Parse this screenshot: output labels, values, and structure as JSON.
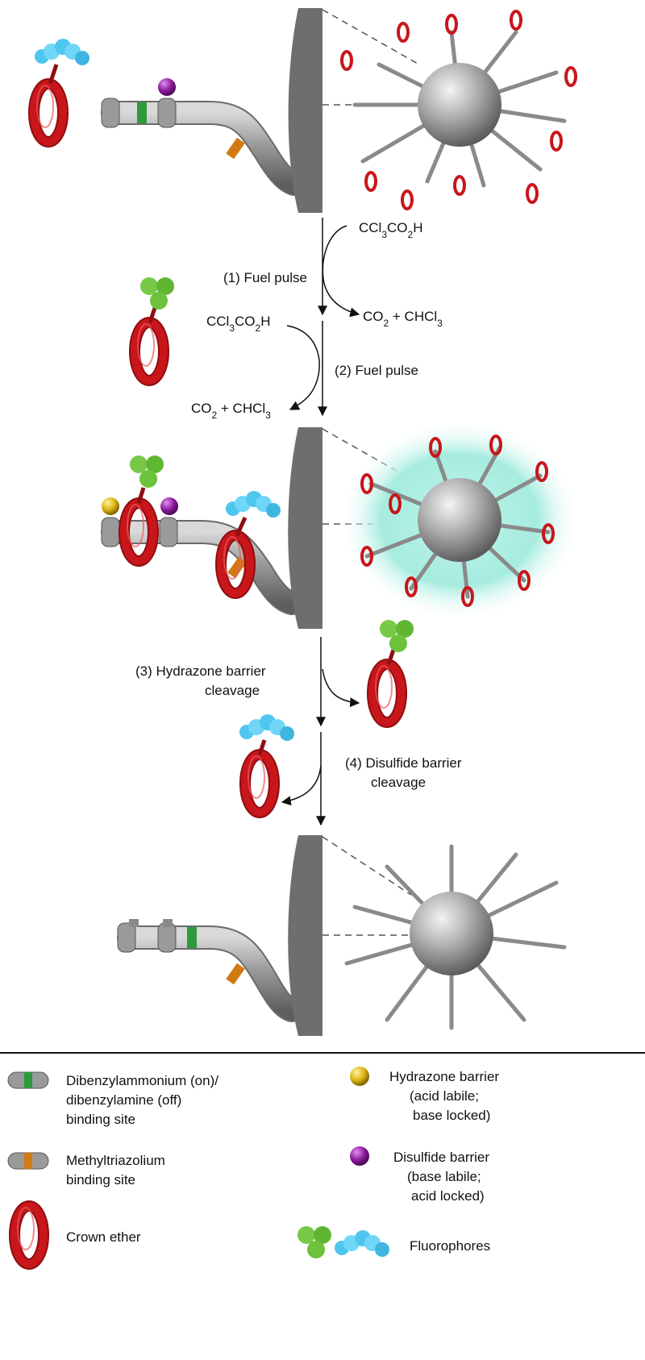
{
  "steps": [
    {
      "label": "(1) Fuel pulse",
      "fuel": "CCl3CO2H",
      "products": "CO2 + CHCl3"
    },
    {
      "label": "(2) Fuel pulse",
      "fuel": "CCl3CO2H",
      "products": "CO2 + CHCl3"
    },
    {
      "label_line1": "(3) Hydrazone barrier",
      "label_line2": "cleavage"
    },
    {
      "label_line1": "(4)  Disulfide barrier",
      "label_line2": "cleavage"
    }
  ],
  "legend": {
    "dibenzylammonium": [
      "Dibenzylammonium (on)/",
      "dibenzylamine (off)",
      "binding site"
    ],
    "methyltriazolium": [
      "Methyltriazolium",
      "binding site"
    ],
    "crown_ether": "Crown ether",
    "hydrazone": [
      "Hydrazone barrier",
      "(acid labile;",
      "base locked)"
    ],
    "disulfide": [
      "Disulfide barrier",
      "(base labile;",
      "acid locked)"
    ],
    "fluorophores": "Fluorophores"
  },
  "colors": {
    "crown": "#c8161b",
    "rod": "#8a8a8a",
    "green_site": "#2e9a3c",
    "orange_site": "#d27a12",
    "wall": "#6e6e6e",
    "cyan_fluor": "#4fc6ee",
    "green_fluor": "#6cc23a",
    "hydrazone_ball": "#d9b20e",
    "disulfide_ball": "#8a1a9a",
    "glow": "#9fe8dc"
  }
}
